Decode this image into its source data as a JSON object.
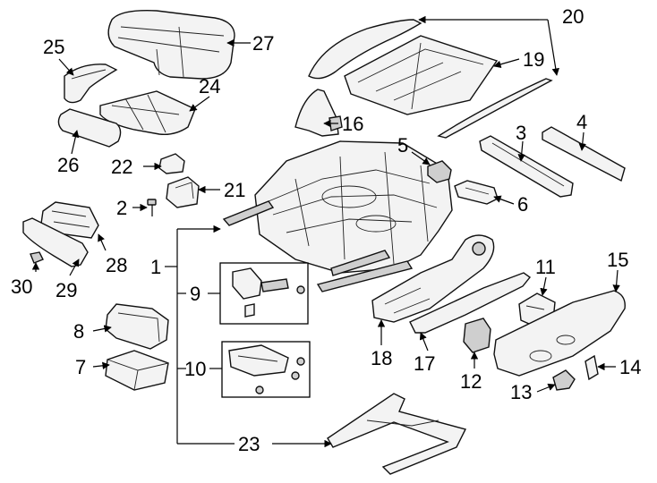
{
  "callouts": {
    "n1": "1",
    "n2": "2",
    "n3": "3",
    "n4": "4",
    "n5": "5",
    "n6": "6",
    "n7": "7",
    "n8": "8",
    "n9": "9",
    "n10": "10",
    "n11": "11",
    "n12": "12",
    "n13": "13",
    "n14": "14",
    "n15": "15",
    "n16": "16",
    "n17": "17",
    "n18": "18",
    "n19": "19",
    "n20": "20",
    "n21": "21",
    "n22": "22",
    "n23": "23",
    "n24": "24",
    "n25": "25",
    "n26": "26",
    "n27": "27",
    "n28": "28",
    "n29": "29",
    "n30": "30"
  }
}
